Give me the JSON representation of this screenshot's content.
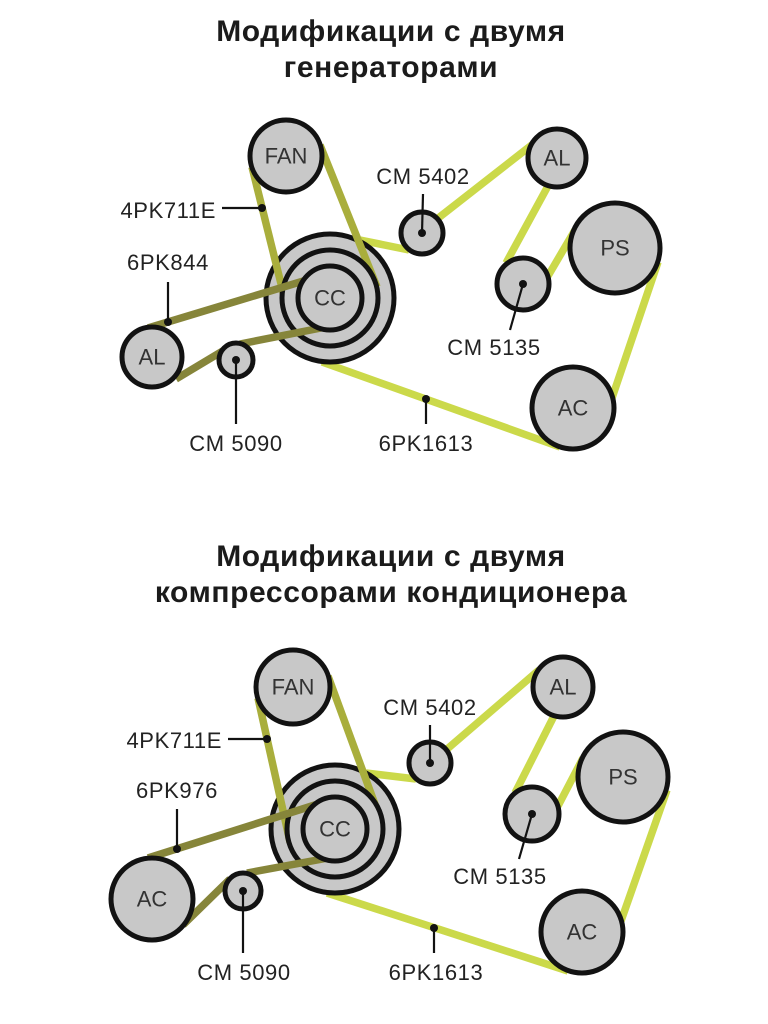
{
  "colors": {
    "belt_main": "#cbd94a",
    "belt_fan": "#a9ae3c",
    "belt_aux": "#86853a",
    "pulley_fill": "#c8c8c8",
    "outline": "#121212",
    "text": "#222222"
  },
  "diagram_1": {
    "title": [
      "Модификации с двумя",
      "генераторами"
    ],
    "pulleys": {
      "fan": "FAN",
      "crankshaft": "CC",
      "left_unit": "AL",
      "alternator": "AL",
      "power_steering": "PS",
      "compressor": "AC"
    },
    "callouts": {
      "fan_belt": "4PK711E",
      "left_belt": "6PK844",
      "idler_top": "CM 5402",
      "idler_right": "CM 5135",
      "idler_left": "CM 5090",
      "main_belt": "6PK1613"
    }
  },
  "diagram_2": {
    "title": [
      "Модификации с двумя",
      "компрессорами кондиционера"
    ],
    "pulleys": {
      "fan": "FAN",
      "crankshaft": "CC",
      "left_unit": "AC",
      "alternator": "AL",
      "power_steering": "PS",
      "compressor": "AC"
    },
    "callouts": {
      "fan_belt": "4PK711E",
      "left_belt": "6PK976",
      "idler_top": "CM 5402",
      "idler_right": "CM 5135",
      "idler_left": "CM 5090",
      "main_belt": "6PK1613"
    }
  }
}
